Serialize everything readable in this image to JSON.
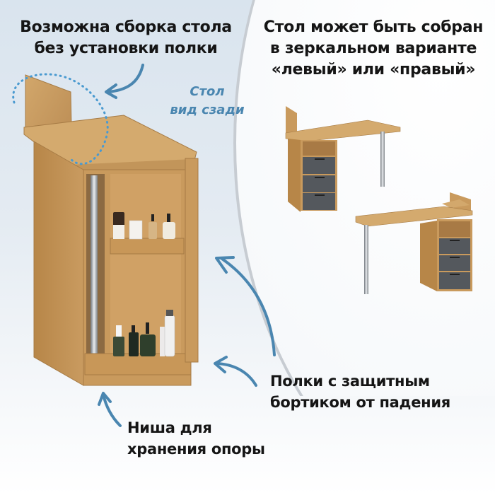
{
  "captions": {
    "top_left": [
      "Возможна сборка стола",
      "без установки полки"
    ],
    "back_view": [
      "Стол",
      "вид сзади"
    ],
    "top_right": [
      "Стол может быть собран",
      "в зеркальном варианте",
      "«левый» или «правый»"
    ],
    "shelves": [
      "Полки с защитным",
      "бортиком от падения"
    ],
    "niche": [
      "Ниша для",
      "хранения опоры"
    ]
  },
  "colors": {
    "accent_blue": "#4a86b0",
    "wood": "#c89a5e",
    "wood_dark": "#a87a45",
    "drawer_gray": "#54585d",
    "background": "#dde6ef"
  },
  "illustrations": {
    "main": "cabinet-desk-back-view",
    "variants": [
      "desk-left-variant",
      "desk-right-variant"
    ]
  }
}
